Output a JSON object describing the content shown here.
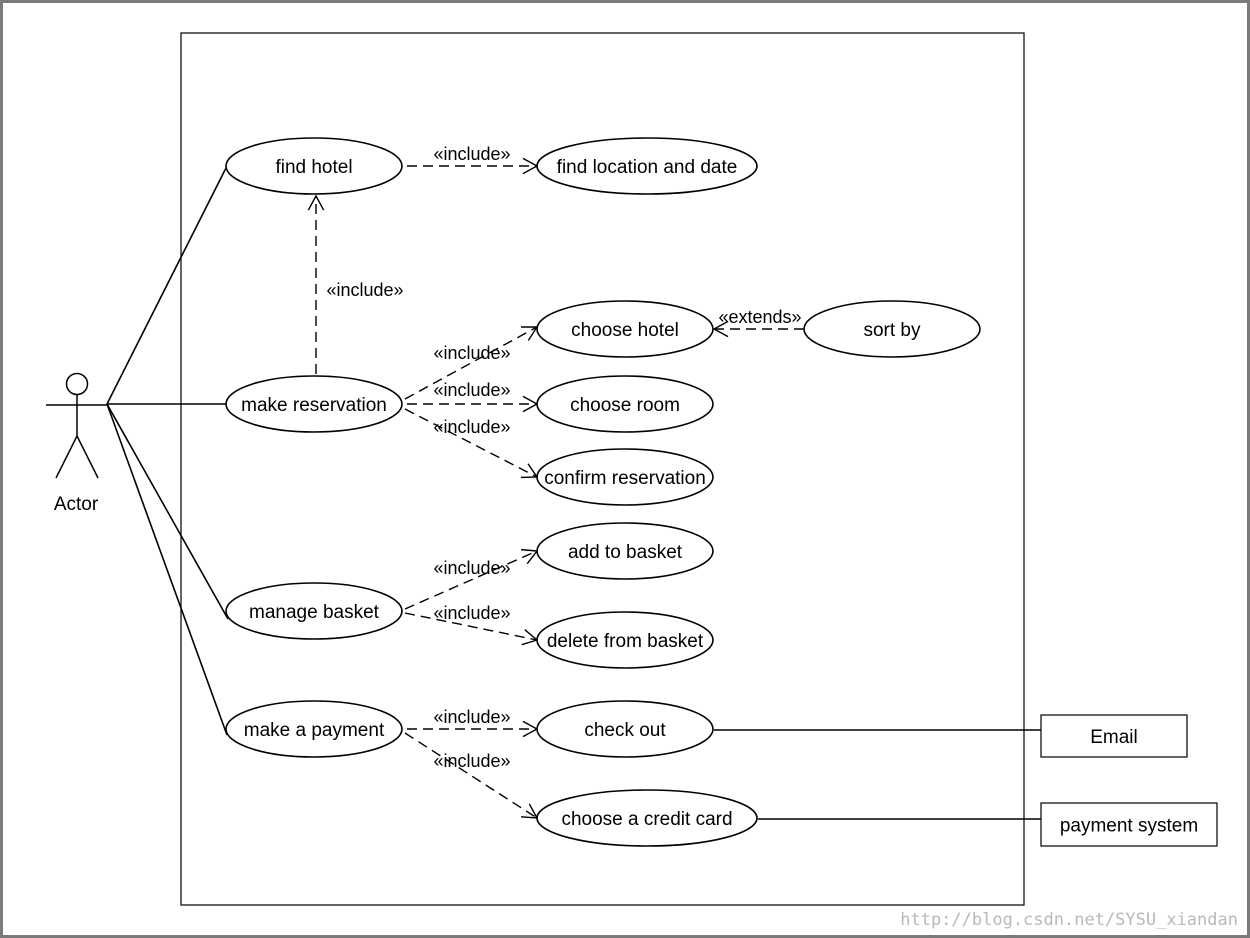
{
  "actor": {
    "label": "Actor"
  },
  "use_cases": [
    {
      "id": "find_hotel",
      "label": "find hotel"
    },
    {
      "id": "find_location",
      "label": "find location and date"
    },
    {
      "id": "choose_hotel",
      "label": "choose hotel"
    },
    {
      "id": "sort_by",
      "label": "sort by"
    },
    {
      "id": "make_reservation",
      "label": "make reservation"
    },
    {
      "id": "choose_room",
      "label": "choose room"
    },
    {
      "id": "confirm_reservation",
      "label": "confirm reservation"
    },
    {
      "id": "add_to_basket",
      "label": "add to basket"
    },
    {
      "id": "manage_basket",
      "label": "manage basket"
    },
    {
      "id": "delete_from_basket",
      "label": "delete from basket"
    },
    {
      "id": "make_payment",
      "label": "make a payment"
    },
    {
      "id": "check_out",
      "label": "check out"
    },
    {
      "id": "choose_credit_card",
      "label": "choose a credit card"
    }
  ],
  "external_systems": [
    {
      "id": "email",
      "label": "Email"
    },
    {
      "id": "payment_system",
      "label": "payment system"
    }
  ],
  "associations": [
    {
      "from": "actor",
      "to": "find_hotel"
    },
    {
      "from": "actor",
      "to": "make_reservation"
    },
    {
      "from": "actor",
      "to": "manage_basket"
    },
    {
      "from": "actor",
      "to": "make_payment"
    },
    {
      "from": "check_out",
      "to": "email"
    },
    {
      "from": "choose_credit_card",
      "to": "payment_system"
    }
  ],
  "dependencies": [
    {
      "from": "find_hotel",
      "to": "find_location",
      "stereotype": "«include»"
    },
    {
      "from": "make_reservation",
      "to": "find_hotel",
      "stereotype": "«include»"
    },
    {
      "from": "make_reservation",
      "to": "choose_hotel",
      "stereotype": "«include»"
    },
    {
      "from": "make_reservation",
      "to": "choose_room",
      "stereotype": "«include»"
    },
    {
      "from": "make_reservation",
      "to": "confirm_reservation",
      "stereotype": "«include»"
    },
    {
      "from": "sort_by",
      "to": "choose_hotel",
      "stereotype": "«extends»"
    },
    {
      "from": "manage_basket",
      "to": "add_to_basket",
      "stereotype": "«include»"
    },
    {
      "from": "manage_basket",
      "to": "delete_from_basket",
      "stereotype": "«include»"
    },
    {
      "from": "make_payment",
      "to": "check_out",
      "stereotype": "«include»"
    },
    {
      "from": "make_payment",
      "to": "choose_credit_card",
      "stereotype": "«include»"
    }
  ],
  "watermark": "http://blog.csdn.net/SYSU_xiandan"
}
